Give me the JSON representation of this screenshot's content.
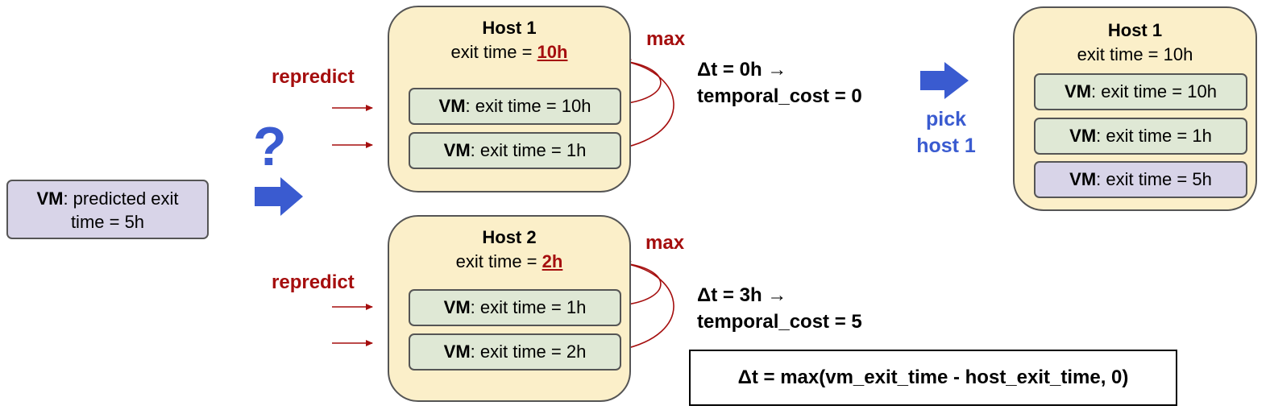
{
  "incoming_vm": {
    "label_bold": "VM",
    "label_rest": ": predicted exit",
    "label_line2": "time = 5h"
  },
  "question_mark": "?",
  "host1": {
    "title": "Host 1",
    "exit_prefix": "exit time = ",
    "exit_value": "10h",
    "repredict": "repredict",
    "max": "max",
    "vms": [
      {
        "bold": "VM",
        "rest": ": exit time = 10h"
      },
      {
        "bold": "VM",
        "rest": ": exit time = 1h"
      }
    ],
    "delta": "Δt = 0h →",
    "cost": "temporal_cost = 0"
  },
  "host2": {
    "title": "Host 2",
    "exit_prefix": "exit time = ",
    "exit_value": "2h",
    "repredict": "repredict",
    "max": "max",
    "vms": [
      {
        "bold": "VM",
        "rest": ": exit time = 1h"
      },
      {
        "bold": "VM",
        "rest": ": exit time = 2h"
      }
    ],
    "delta": "Δt = 3h →",
    "cost": "temporal_cost = 5"
  },
  "pick": {
    "line1": "pick",
    "line2": "host 1"
  },
  "result_host": {
    "title": "Host 1",
    "exit": "exit time = 10h",
    "vms": [
      {
        "bold": "VM",
        "rest": ": exit time = 10h"
      },
      {
        "bold": "VM",
        "rest": ": exit time = 1h"
      },
      {
        "bold": "VM",
        "rest": ": exit time = 5h"
      }
    ]
  },
  "formula": "Δt = max(vm_exit_time - host_exit_time, 0)",
  "colors": {
    "red": "#a50e0e",
    "blue": "#3a5bd0",
    "host_fill": "#fbefc9",
    "vm_fill": "#dfe8d5",
    "new_vm_fill": "#d8d4e8"
  }
}
